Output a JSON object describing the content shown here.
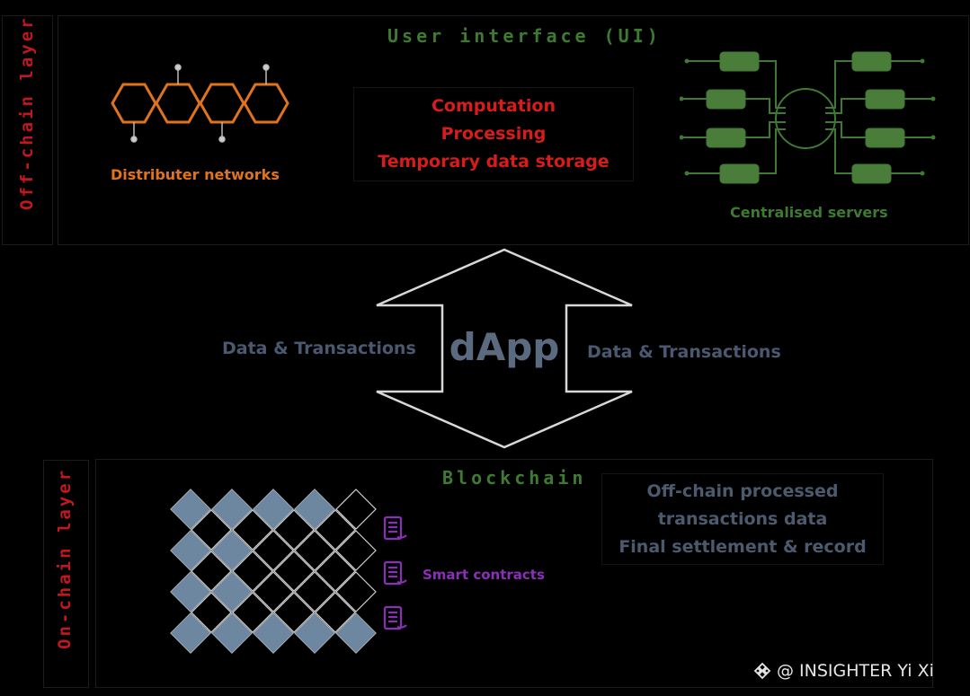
{
  "offchain": {
    "layer_label": "Off-chain layer",
    "title": "User interface (UI)",
    "left_caption": "Distributer networks",
    "center_lines": [
      "Computation",
      "Processing",
      "Temporary data storage"
    ],
    "right_caption": "Centralised servers"
  },
  "middle": {
    "center_label": "dApp",
    "left_label": "Data & Transactions",
    "right_label": "Data & Transactions"
  },
  "onchain": {
    "layer_label": "On-chain layer",
    "title": "Blockchain",
    "contracts_label": "Smart contracts",
    "right_lines": [
      "Off-chain processed",
      "transactions data",
      "Final settlement & record"
    ]
  },
  "watermark": {
    "text": "@ INSIGHTER Yi Xi"
  },
  "colors": {
    "red": "#d81c1c",
    "green": "#3e7a32",
    "orange": "#e0731d",
    "steel": "#6d87a0",
    "purple": "#8a2fb8",
    "text_muted": "#4a5870"
  }
}
